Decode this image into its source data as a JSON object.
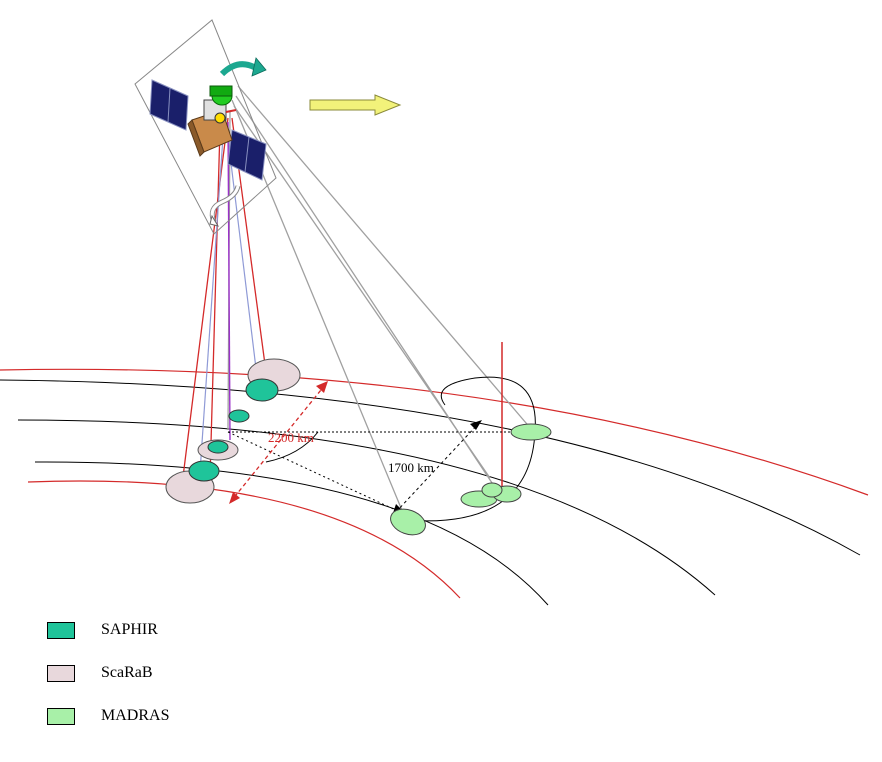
{
  "diagram": {
    "dimension_labels": {
      "scarab_swath": "2200 km",
      "madras_swath": "1700 km"
    },
    "legend": [
      {
        "label": "SAPHIR",
        "color": "#1fc49a"
      },
      {
        "label": "ScaRaB",
        "color": "#e8d8dc"
      },
      {
        "label": "MADRAS",
        "color": "#a8f0a8"
      }
    ],
    "colors": {
      "saphir": "#1fc49a",
      "scarab": "#e8d8dc",
      "madras": "#a8f0a8",
      "red_lines": "#d42a2a",
      "grey_lines": "#a0a0a0",
      "direction_arrow": "#f2f27a"
    },
    "icons": [
      "satellite-icon",
      "rotation-arrow-icon",
      "flight-direction-arrow-icon"
    ]
  }
}
